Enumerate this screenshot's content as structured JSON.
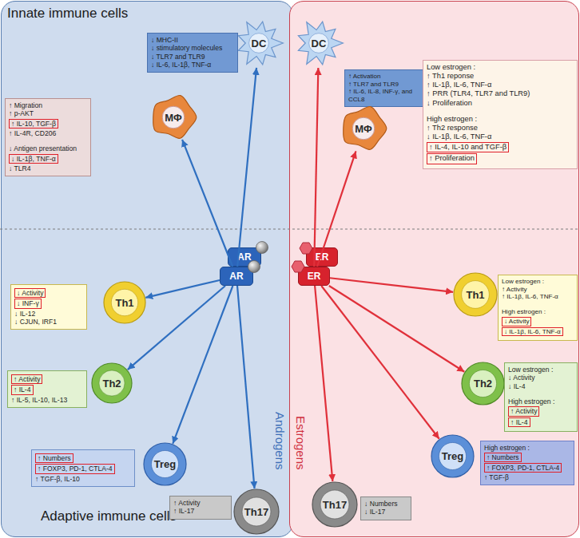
{
  "diagram": {
    "nodes": [
      {
        "text": [
          "Innate immune cells",
          "Adaptive immune cells",
          "Androgens"
        ]
      },
      {
        "text": [
          "Estrogens"
        ]
      },
      {
        "text": [
          "DC"
        ],
        "in": 0
      },
      {
        "text": [
          "↓ MHC-II",
          "↓ stimulatory molecules",
          "↓ TLR7 and TLR9",
          "↓ IL-6, IL-1β, TNF-α"
        ],
        "in": 0
      },
      {
        "text": [
          "MΦ"
        ],
        "in": 0
      },
      {
        "text": [
          "↑ Migration",
          "↑ p-AKT",
          "↑ IL-10, TGF-β",
          "↑ IL-4R, CD206",
          "↓ Antigen presentation",
          "↓ IL-1β, TNF-α",
          "↓ TLR4"
        ],
        "in": 0
      },
      {
        "text": [
          "AR"
        ],
        "in": 0
      },
      {
        "text": [
          "AR"
        ],
        "in": 0
      },
      {
        "text": [
          "Th1"
        ],
        "in": 0
      },
      {
        "text": [
          "↓ Activity",
          "↓ INF-γ",
          "↓ IL-12",
          "↓ CJUN, IRF1"
        ],
        "in": 0
      },
      {
        "text": [
          "Th2"
        ],
        "in": 0
      },
      {
        "text": [
          "↑ Activity",
          "↑ IL-4",
          "↑ IL-5, IL-10, IL-13"
        ],
        "in": 0
      },
      {
        "text": [
          "Treg"
        ],
        "in": 0
      },
      {
        "text": [
          "↑ Numbers",
          "↑ FOXP3, PD-1, CTLA-4",
          "↑ TGF-β, IL-10"
        ],
        "in": 0
      },
      {
        "text": [
          "Th17"
        ],
        "in": 0
      },
      {
        "text": [
          "↑ Activity",
          "↑ IL-17"
        ],
        "in": 0
      },
      {
        "text": [
          "DC"
        ],
        "in": 1
      },
      {
        "text": [
          "↑ Activation",
          "↑ TLR7 and TLR9",
          "↑ IL-6, IL-8, INF-γ, and CCL8"
        ],
        "in": 1
      },
      {
        "text": [
          "MΦ"
        ],
        "in": 1
      },
      {
        "text": [
          "Low estrogen :",
          "↑ Th1 reponse",
          "↑ IL-1β, IL-6, TNF-α",
          "↑ PRR (TLR4, TLR7 and TLR9)",
          "↓ Proliferation",
          "High estrogen :",
          "↑ Th2 response",
          "↓ IL-1β, IL-6, TNF-α",
          "↑ IL-4, IL-10 and TGF-β",
          "↑ Proliferation"
        ],
        "in": 1
      },
      {
        "text": [
          "ER"
        ],
        "in": 1
      },
      {
        "text": [
          "ER"
        ],
        "in": 1
      },
      {
        "text": [
          "Th1"
        ],
        "in": 1
      },
      {
        "text": [
          "Low estrogen :",
          "↑ Activity",
          "↑ IL-1β, IL-6, TNF-α",
          "High estrogen :",
          "↓ Activity",
          "↓ IL-1β, IL-6, TNF-α"
        ],
        "in": 1
      },
      {
        "text": [
          "Th2"
        ],
        "in": 1
      },
      {
        "text": [
          "Low estrogen :",
          "↓ Activity",
          "↓ IL-4",
          "High estrogen :",
          "↑ Activity",
          "↑ IL-4"
        ],
        "in": 1
      },
      {
        "text": [
          "Treg"
        ],
        "in": 1
      },
      {
        "text": [
          "High estrogen :",
          "↑ Numbers",
          "↑ FOXP3, PD-1, CTLA-4",
          "↑ TGF-β"
        ],
        "in": 1
      },
      {
        "text": [
          "Th17"
        ],
        "in": 1
      },
      {
        "text": [
          "↓ Numbers",
          "↓ IL-17"
        ],
        "in": 1
      }
    ],
    "edges": [
      {
        "from": 7,
        "to": 2,
        "arrow": "to"
      },
      {
        "from": 7,
        "to": 4,
        "arrow": "to"
      },
      {
        "from": 7,
        "to": 8,
        "arrow": "to"
      },
      {
        "from": 7,
        "to": 10,
        "arrow": "to"
      },
      {
        "from": 7,
        "to": 12,
        "arrow": "to"
      },
      {
        "from": 7,
        "to": 14,
        "arrow": "to"
      },
      {
        "from": 21,
        "to": 16,
        "arrow": "to"
      },
      {
        "from": 21,
        "to": 18,
        "arrow": "to"
      },
      {
        "from": 21,
        "to": 22,
        "arrow": "to"
      },
      {
        "from": 21,
        "to": 24,
        "arrow": "to"
      },
      {
        "from": 21,
        "to": 26,
        "arrow": "to"
      },
      {
        "from": 21,
        "to": 28,
        "arrow": "to"
      }
    ]
  }
}
